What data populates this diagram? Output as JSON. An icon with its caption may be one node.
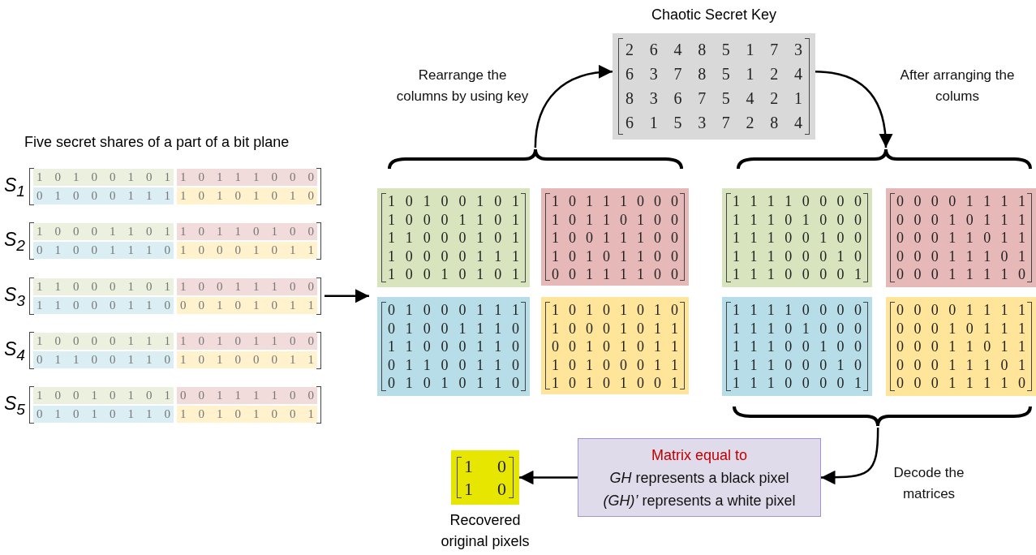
{
  "diagram": {
    "nodes": [
      {
        "text": [
          "Five secret shares of a part of a bit plane"
        ]
      },
      {
        "text": [
          "1 0 1 0 0 1 0 1",
          "1 0 1 1 1 0 0 0",
          "0 1 0 0 0 1 1 1",
          "1 0 1 0 1 0 1 0"
        ],
        "beside": [
          "S$_{1}$"
        ],
        "in": 0
      },
      {
        "text": [
          "1 0 0 0 1 1 0 1",
          "1 0 1 1 0 1 0 0",
          "0 1 0 0 1 1 1 0",
          "1 0 0 0 1 0 1 1"
        ],
        "beside": [
          "S$_{2}$"
        ],
        "in": 0
      },
      {
        "text": [
          "1 1 0 0 0 1 0 1",
          "1 0 0 1 1 1 0 0",
          "1 1 0 0 0 1 1 0",
          "0 0 1 0 1 0 1 1"
        ],
        "beside": [
          "S$_{3}$"
        ],
        "in": 0
      },
      {
        "text": [
          "1 0 0 0 0 1 1 1",
          "1 0 1 0 1 1 0 0",
          "0 1 1 0 0 1 1 0",
          "1 0 1 0 0 0 1 1"
        ],
        "beside": [
          "S$_{4}$"
        ],
        "in": 0
      },
      {
        "text": [
          "1 0 0 1 0 1 0 1",
          "0 0 1 1 1 1 0 0",
          "0 1 0 1 0 1 1 0",
          "1 0 1 0 1 0 0 1"
        ],
        "beside": [
          "S$_{5}$"
        ],
        "in": 0
      },
      {
        "text": [],
        "shape": "brace"
      },
      {
        "text": [
          "1 0 1 0 0 1 0 1",
          "1 0 0 0 1 1 0 1",
          "1 1 0 0 0 1 0 1",
          "1 0 0 0 0 1 1 1",
          "1 0 0 1 0 1 0 1"
        ],
        "in": 6
      },
      {
        "text": [
          "1 0 1 1 1 0 0 0",
          "1 0 1 1 0 1 0 0",
          "1 0 0 1 1 1 0 0",
          "1 0 1 0 1 1 0 0",
          "0 0 1 1 1 1 0 0"
        ],
        "in": 6
      },
      {
        "text": [
          "0 1 0 0 0 1 1 1",
          "0 1 0 0 1 1 1 0",
          "1 1 0 0 0 1 1 0",
          "0 1 1 0 0 1 1 0",
          "0 1 0 1 0 1 1 0"
        ],
        "in": 6
      },
      {
        "text": [
          "1 0 1 0 1 0 1 0",
          "1 0 0 0 1 0 1 1",
          "0 0 1 0 1 0 1 1",
          "1 0 1 0 0 0 1 1",
          "1 0 1 0 1 0 0 1"
        ],
        "in": 6
      },
      {
        "text": [
          "Chaotic Secret Key",
          "2 6 4 8 5 1 7 3",
          "6 3 7 8 5 1 2 4",
          "8 3 6 7 5 4 2 1",
          "6 1 5 3 7 2 8 4"
        ]
      },
      {
        "text": [],
        "shape": "brace"
      },
      {
        "text": [
          "1 1 1 1 0 0 0 0",
          "1 1 1 0 1 0 0 0",
          "1 1 1 0 0 1 0 0",
          "1 1 1 0 0 0 1 0",
          "1 1 1 0 0 0 0 1"
        ],
        "in": 12
      },
      {
        "text": [
          "0 0 0 0 1 1 1 1",
          "0 0 0 1 0 1 1 1",
          "0 0 0 1 1 0 1 1",
          "0 0 0 1 1 1 0 1",
          "0 0 0 1 1 1 1 0"
        ],
        "in": 12
      },
      {
        "text": [
          "1 1 1 1 0 0 0 0",
          "1 1 1 0 1 0 0 0",
          "1 1 1 0 0 1 0 0",
          "1 1 1 0 0 0 1 0",
          "1 1 1 0 0 0 0 1"
        ],
        "in": 12
      },
      {
        "text": [
          "0 0 0 0 1 1 1 1",
          "0 0 0 1 0 1 1 1",
          "0 0 0 1 1 0 1 1",
          "0 0 0 1 1 1 0 1",
          "0 0 0 1 1 1 1 0"
        ],
        "in": 12
      },
      {
        "text": [
          "Matrix equal to",
          "*GH* represents a black pixel",
          "*(GH)’* represents a white pixel"
        ]
      },
      {
        "text": [
          "1 0",
          "1 0"
        ],
        "beside": [
          "Recovered original pixels"
        ]
      }
    ],
    "edges": [
      {
        "from": 0,
        "to": 6,
        "arrow": "to"
      },
      {
        "from": 6,
        "to": 11,
        "arrow": "to",
        "label": "Rearrange the columns by using key"
      },
      {
        "from": 11,
        "to": 12,
        "arrow": "to",
        "label": "After arranging the colums"
      },
      {
        "from": 12,
        "to": 17,
        "arrow": "to",
        "label": "Decode the matrices"
      },
      {
        "from": 17,
        "to": 18,
        "arrow": "to"
      }
    ]
  }
}
